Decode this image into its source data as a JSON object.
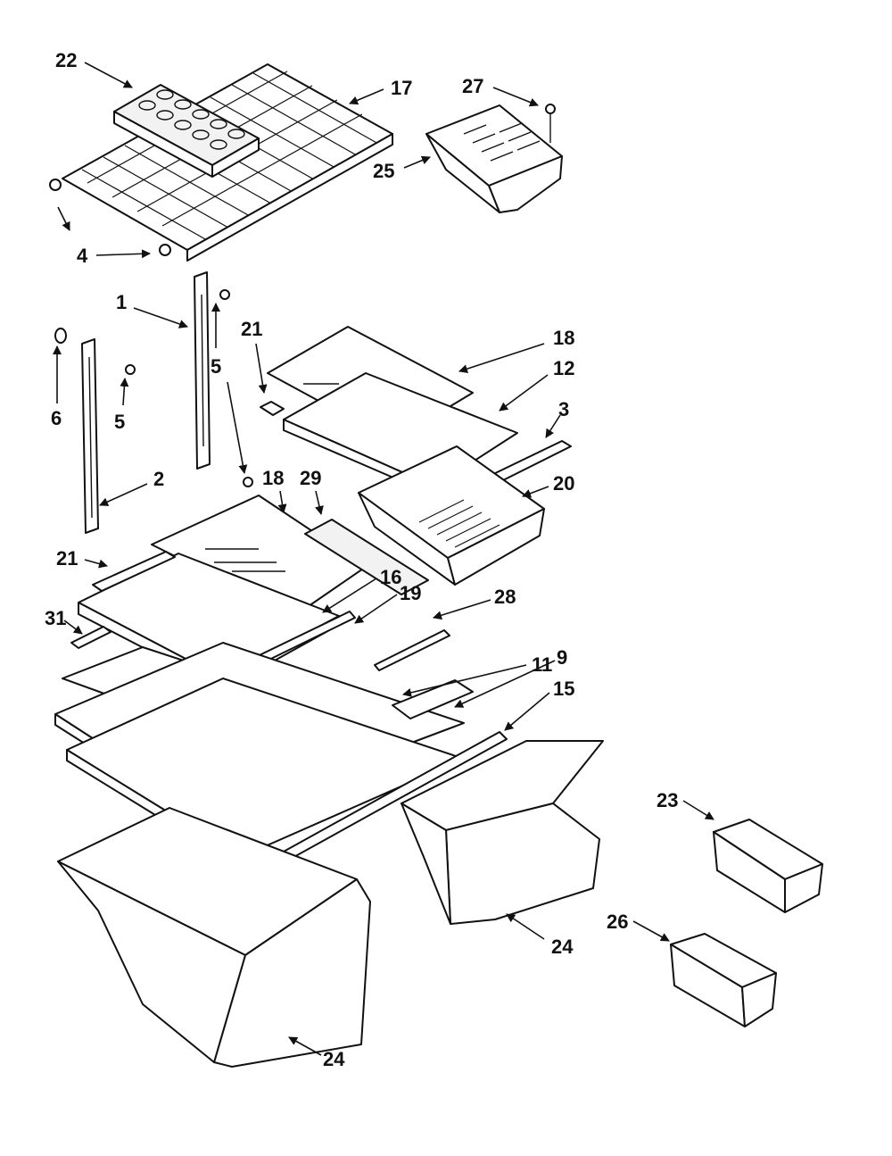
{
  "diagram": {
    "type": "exploded-parts-diagram",
    "callouts": {
      "c22": "22",
      "c17": "17",
      "c27": "27",
      "c25": "25",
      "c4": "4",
      "c1": "1",
      "c21a": "21",
      "c18a": "18",
      "c6": "6",
      "c5a": "5",
      "c5b": "5",
      "c12": "12",
      "c3": "3",
      "c2": "2",
      "c18b": "18",
      "c29": "29",
      "c20": "20",
      "c21b": "21",
      "c16": "16",
      "c19": "19",
      "c28": "28",
      "c31": "31",
      "c11": "11",
      "c9": "9",
      "c15": "15",
      "c23": "23",
      "c26": "26",
      "c24a": "24",
      "c24b": "24"
    }
  }
}
